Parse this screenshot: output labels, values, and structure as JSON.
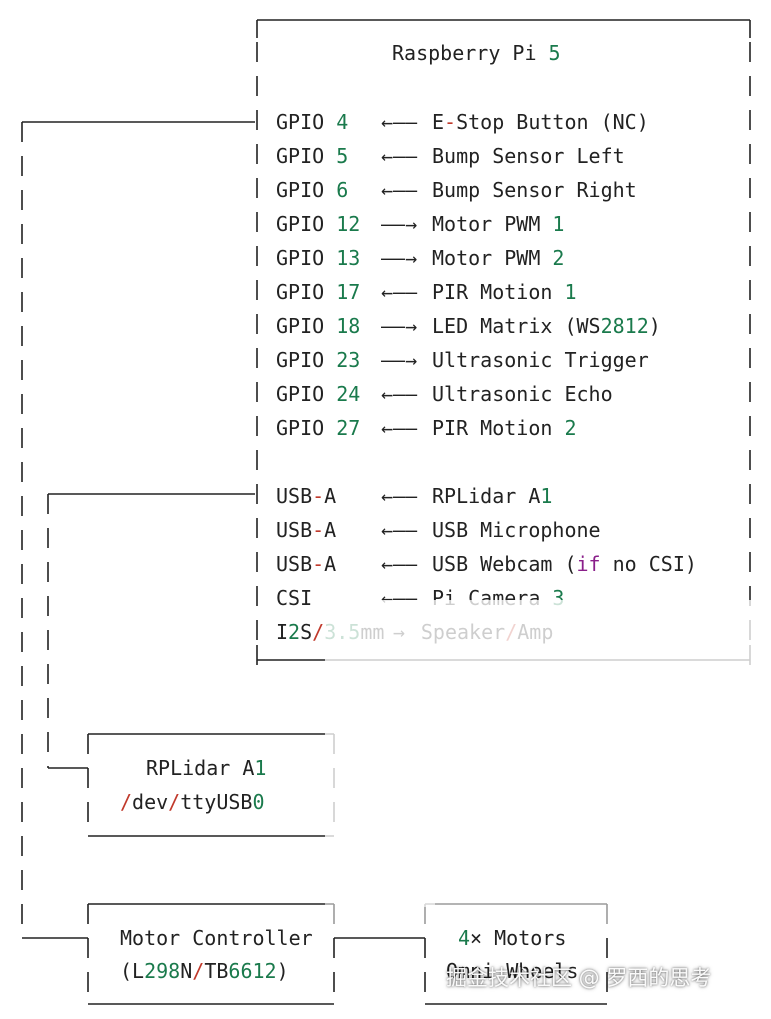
{
  "title": "Raspberry Pi 5",
  "gpio": [
    {
      "pin": "GPIO 4",
      "arrow": "←——",
      "label": "E-Stop Button (NC)"
    },
    {
      "pin": "GPIO 5",
      "arrow": "←——",
      "label": "Bump Sensor Left"
    },
    {
      "pin": "GPIO 6",
      "arrow": "←——",
      "label": "Bump Sensor Right"
    },
    {
      "pin": "GPIO 12",
      "arrow": "——→",
      "label": "Motor PWM 1"
    },
    {
      "pin": "GPIO 13",
      "arrow": "——→",
      "label": "Motor PWM 2"
    },
    {
      "pin": "GPIO 17",
      "arrow": "←——",
      "label": "PIR Motion 1"
    },
    {
      "pin": "GPIO 18",
      "arrow": "——→",
      "label": "LED Matrix (WS2812)"
    },
    {
      "pin": "GPIO 23",
      "arrow": "——→",
      "label": "Ultrasonic Trigger"
    },
    {
      "pin": "GPIO 24",
      "arrow": "←——",
      "label": "Ultrasonic Echo"
    },
    {
      "pin": "GPIO 27",
      "arrow": "←——",
      "label": "PIR Motion 2"
    }
  ],
  "ports": [
    {
      "pin": "USB-A",
      "arrow": "←——",
      "label": "RPLidar A1"
    },
    {
      "pin": "USB-A",
      "arrow": "←——",
      "label": "USB Microphone"
    },
    {
      "pin": "USB-A",
      "arrow": "←——",
      "label": "USB Webcam (if no CSI)"
    },
    {
      "pin": "CSI",
      "arrow": "←——",
      "label": "Pi Camera 3"
    },
    {
      "pin": "I2S/3.5mm",
      "arrow": "→",
      "label": "Speaker/Amp"
    }
  ],
  "lidar_box": {
    "line1": "RPLidar A1",
    "line2": "/dev/ttyUSB0"
  },
  "motor_ctrl_box": {
    "line1": "Motor Controller",
    "line2": "(L298N/TB6612)"
  },
  "motors_box": {
    "line1": "4× Motors",
    "line2": "Omni Wheels"
  },
  "watermark": "掘金技术社区 @ 罗西的思考"
}
